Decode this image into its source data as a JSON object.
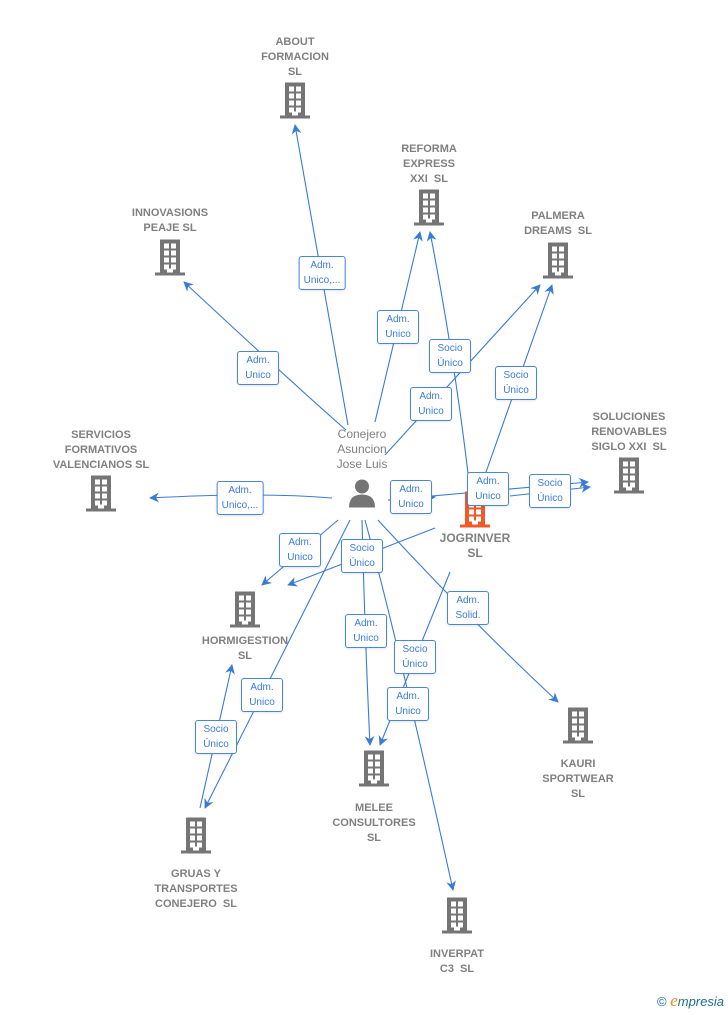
{
  "person": {
    "name": "Conejero\nAsuncion\nJose Luis"
  },
  "companies": [
    {
      "id": "about",
      "name": "ABOUT\nFORMACION\nSL"
    },
    {
      "id": "reforma",
      "name": "REFORMA\nEXPRESS\nXXI  SL"
    },
    {
      "id": "innovasions",
      "name": "INNOVASIONS\nPEAJE SL"
    },
    {
      "id": "palmera",
      "name": "PALMERA\nDREAMS  SL"
    },
    {
      "id": "soluciones",
      "name": "SOLUCIONES\nRENOVABLES\nSIGLO XXI  SL"
    },
    {
      "id": "servicios",
      "name": "SERVICIOS\nFORMATIVOS\nVALENCIANOS SL"
    },
    {
      "id": "jogrinver",
      "name": "JOGRINVER\nSL",
      "highlight": true
    },
    {
      "id": "hormigestion",
      "name": "HORMIGESTION\nSL"
    },
    {
      "id": "kauri",
      "name": "KAURI\nSPORTWEAR\nSL"
    },
    {
      "id": "melee",
      "name": "MELEE\nCONSULTORES\nSL"
    },
    {
      "id": "gruas",
      "name": "GRUAS Y\nTRANSPORTES\nCONEJERO  SL"
    },
    {
      "id": "inverpat",
      "name": "INVERPAT\nC3  SL"
    }
  ],
  "edges": [
    {
      "from": "person",
      "to": "about",
      "label": "Adm.\nUnico,..."
    },
    {
      "from": "person",
      "to": "reforma",
      "label": "Adm.\nUnico"
    },
    {
      "from": "person",
      "to": "innovasions",
      "label": "Adm.\nUnico"
    },
    {
      "from": "person",
      "to": "palmera",
      "label": "Adm.\nUnico"
    },
    {
      "from": "jogrinver",
      "to": "reforma",
      "label": "Socio\nÚnico"
    },
    {
      "from": "jogrinver",
      "to": "palmera",
      "label": "Socio\nÚnico"
    },
    {
      "from": "person",
      "to": "jogrinver",
      "label": "Adm.\nUnico"
    },
    {
      "from": "person",
      "to": "soluciones",
      "label": "Adm.\nUnico"
    },
    {
      "from": "jogrinver",
      "to": "soluciones",
      "label": "Socio\nÚnico"
    },
    {
      "from": "person",
      "to": "servicios",
      "label": "Adm.\nUnico,..."
    },
    {
      "from": "person",
      "to": "hormigestion",
      "label": "Adm.\nUnico"
    },
    {
      "from": "jogrinver",
      "to": "hormigestion",
      "label": "Socio\nÚnico"
    },
    {
      "from": "person",
      "to": "gruas",
      "label": "Adm.\nUnico"
    },
    {
      "from": "gruas",
      "to": "hormigestion",
      "label": "Socio\nÚnico"
    },
    {
      "from": "person",
      "to": "melee",
      "label": "Adm.\nUnico"
    },
    {
      "from": "jogrinver",
      "to": "melee",
      "label": "Socio\nÚnico"
    },
    {
      "from": "person",
      "to": "inverpat",
      "label": "Adm.\nUnico"
    },
    {
      "from": "person",
      "to": "kauri",
      "label": "Adm.\nSolid."
    }
  ],
  "colors": {
    "edge": "#3a7bd5",
    "building": "#757575",
    "highlight": "#f05a28",
    "label": "#808080"
  },
  "footer": {
    "copyright": "©",
    "brand": "empresia"
  }
}
